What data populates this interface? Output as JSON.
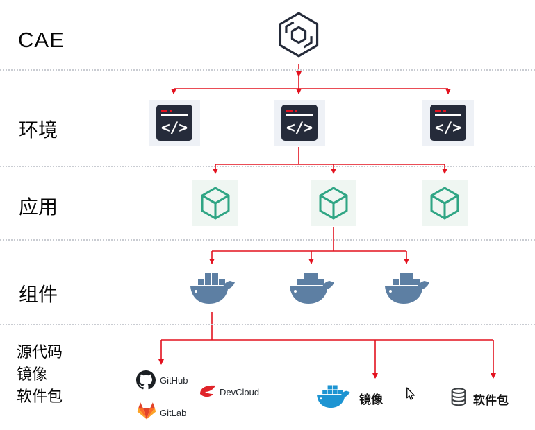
{
  "row_labels": {
    "cae": "CAE",
    "environment": "环境",
    "application": "应用",
    "component": "组件",
    "sources": [
      "源代码",
      "镜像",
      "软件包"
    ]
  },
  "artifact_labels": {
    "github": "GitHub",
    "devcloud": "DevCloud",
    "gitlab": "GitLab",
    "image": "镜像",
    "package": "软件包"
  },
  "icons": {
    "cae": "hexagon-cube-logo",
    "environment": "code-terminal-icon",
    "application": "green-cube-icon",
    "component": "docker-whale-icon",
    "github": "octocat-icon",
    "devcloud": "devcloud-swoosh-icon",
    "gitlab": "gitlab-tanuki-icon",
    "image": "docker-whale-blue-icon",
    "package": "database-stack-icon",
    "cursor": "mouse-pointer"
  },
  "colors": {
    "arrow_red": "#e3121f",
    "dark_navy": "#252b3a",
    "cube_green": "#2fa584",
    "whale_muted_blue": "#5d7fa3",
    "docker_blue": "#1d94d2",
    "gitlab_orange": "#fc6d26",
    "devcloud_red": "#e0242a",
    "separator_gray": "#c9ccd2"
  }
}
